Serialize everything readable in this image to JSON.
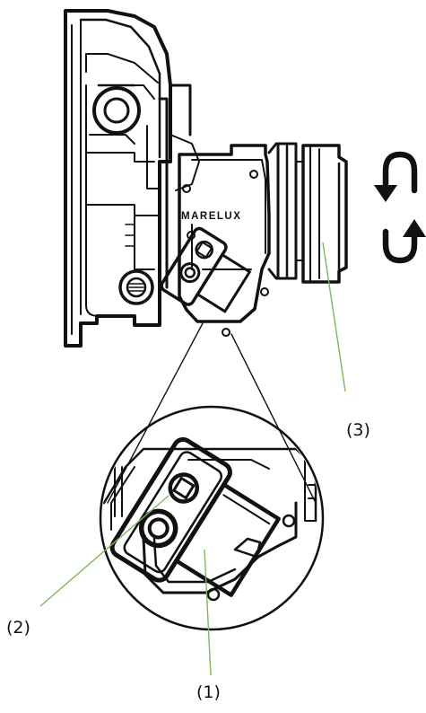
{
  "brand_text": "MARELUX",
  "callouts": {
    "c1": "(1)",
    "c2": "(2)",
    "c3": "(3)"
  },
  "colors": {
    "ink": "#111111",
    "leader_line": "#7cb85a",
    "background": "#ffffff"
  },
  "icons": [
    "rotate-arrows-icon"
  ]
}
